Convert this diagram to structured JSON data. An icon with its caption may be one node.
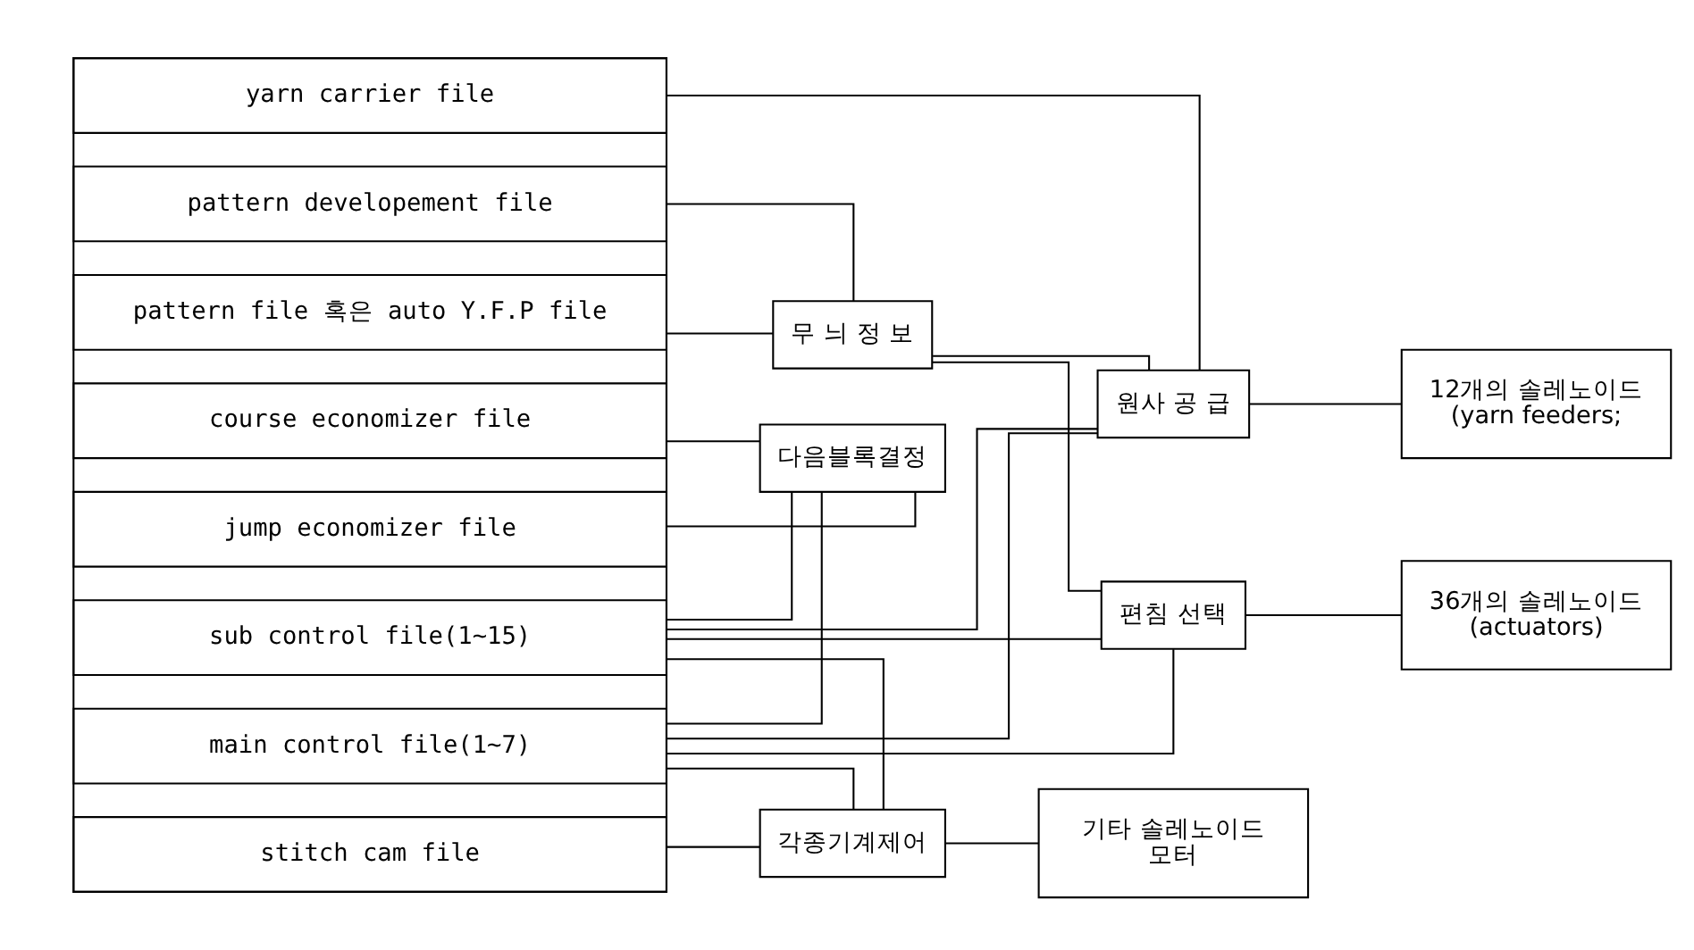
{
  "diagram": {
    "nodes": [
      {
        "text": [],
        "shape": "box"
      },
      {
        "text": [
          "main control file(1~7)"
        ],
        "in": 0
      },
      {
        "text": [
          "sub control file(1~15)"
        ],
        "in": 0
      },
      {
        "text": [
          "pattern file 혹은 auto Y.F.P file"
        ],
        "in": 0
      },
      {
        "text": [
          "pattern developement file"
        ],
        "in": 0
      },
      {
        "text": [
          "jump economizer file"
        ],
        "in": 0
      },
      {
        "text": [
          "course economizer file"
        ],
        "in": 0
      },
      {
        "text": [
          "yarn carrier file"
        ],
        "in": 0
      },
      {
        "text": [
          "stitch cam file"
        ],
        "in": 0
      },
      {
        "text": [
          "무 늬 정 보"
        ]
      },
      {
        "text": [
          "편침 선택"
        ]
      },
      {
        "text": [
          "원사 공 급"
        ]
      },
      {
        "text": [
          "다음블록결정"
        ]
      },
      {
        "text": [
          "각종기계제어"
        ]
      },
      {
        "text": [
          "36개의 솔레노이드",
          "(actuators)"
        ]
      },
      {
        "text": [
          "12개의 솔레노이드",
          "(yarn feeders;"
        ]
      },
      {
        "text": [
          "기타 솔레노이드",
          "모터"
        ]
      }
    ],
    "edges": [
      {
        "from": 1,
        "to": 10,
        "arrow": "none"
      },
      {
        "from": 2,
        "to": 10,
        "arrow": "none"
      },
      {
        "from": 1,
        "to": 11,
        "arrow": "none"
      },
      {
        "from": 2,
        "to": 11,
        "arrow": "none"
      },
      {
        "from": 1,
        "to": 12,
        "arrow": "none"
      },
      {
        "from": 2,
        "to": 12,
        "arrow": "none"
      },
      {
        "from": 1,
        "to": 13,
        "arrow": "none"
      },
      {
        "from": 2,
        "to": 13,
        "arrow": "none"
      },
      {
        "from": 3,
        "to": 9,
        "arrow": "none"
      },
      {
        "from": 4,
        "to": 9,
        "arrow": "none"
      },
      {
        "from": 9,
        "to": 10,
        "arrow": "none"
      },
      {
        "from": 9,
        "to": 11,
        "arrow": "none"
      },
      {
        "from": 5,
        "to": 12,
        "arrow": "none"
      },
      {
        "from": 6,
        "to": 12,
        "arrow": "none"
      },
      {
        "from": 7,
        "to": 11,
        "arrow": "none"
      },
      {
        "from": 8,
        "to": 13,
        "arrow": "none"
      },
      {
        "from": 10,
        "to": 14,
        "arrow": "none"
      },
      {
        "from": 11,
        "to": 15,
        "arrow": "none"
      },
      {
        "from": 13,
        "to": 16,
        "arrow": "none"
      }
    ]
  }
}
